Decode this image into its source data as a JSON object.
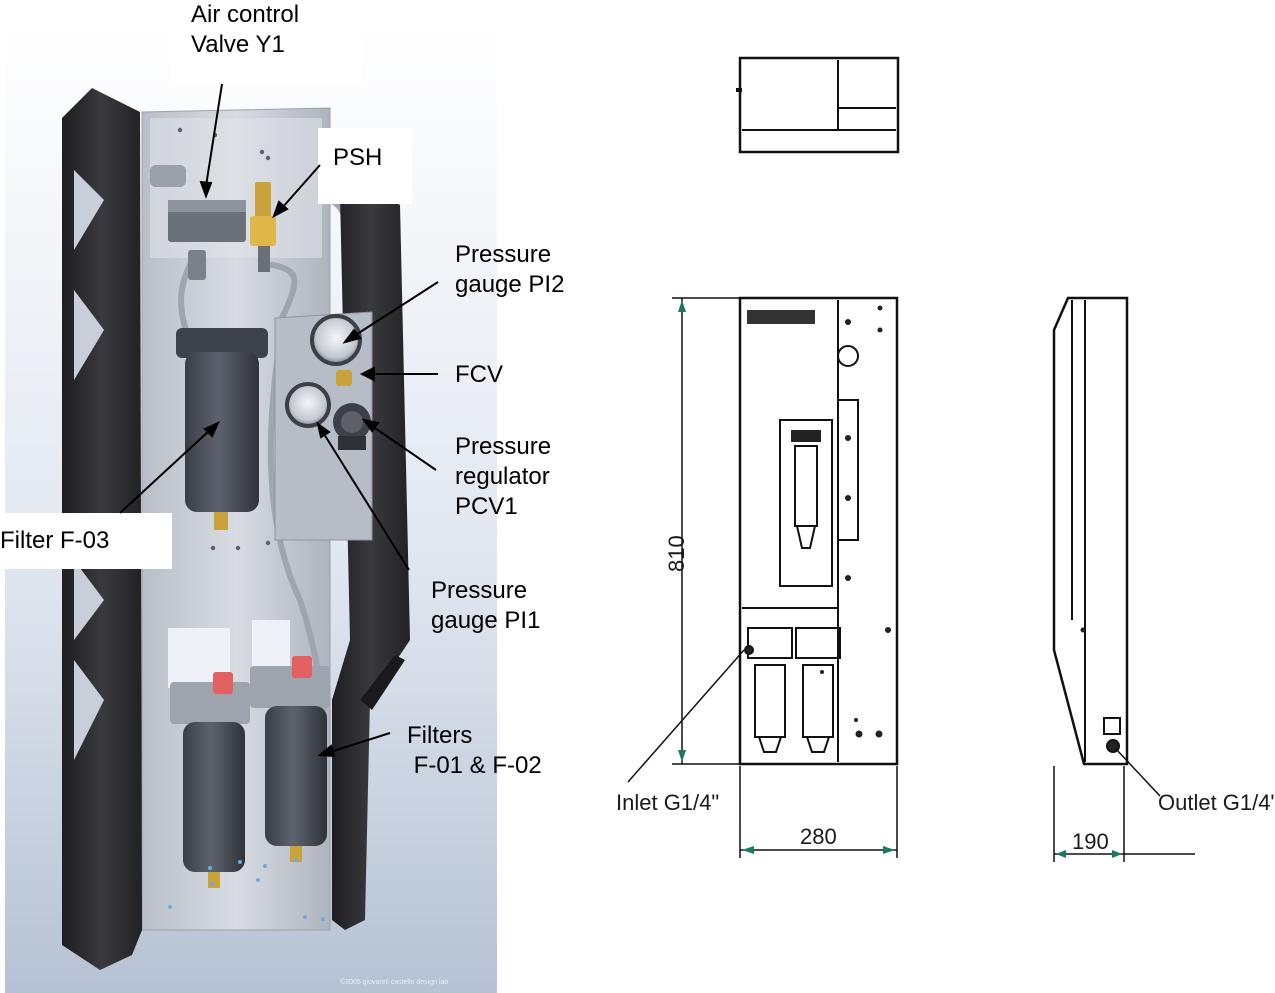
{
  "labels": {
    "air_control_valve": [
      "Air control",
      "Valve Y1"
    ],
    "psh": "PSH",
    "pressure_gauge_pi2": [
      "Pressure",
      "gauge PI2"
    ],
    "fcv": "FCV",
    "pressure_regulator": [
      "Pressure",
      "regulator",
      "PCV1"
    ],
    "filter_f03": "Filter F-03",
    "pressure_gauge_pi1": [
      "Pressure",
      "gauge PI1"
    ],
    "filters_f01_f02": [
      "Filters",
      " F-01 & F-02"
    ]
  },
  "drawing": {
    "height_dim": "810",
    "width_dim": "280",
    "depth_dim": "190",
    "inlet": "Inlet G1/4\"",
    "outlet": "Outlet G1/4\""
  },
  "credit": "©2005 giovanni castello design lab",
  "colors": {
    "frame": "#2b2b2e",
    "backplate": "#c9ced6",
    "background": "#dfe5ee",
    "filter_body": "#4a4f59",
    "brass": "#c9a23a"
  }
}
